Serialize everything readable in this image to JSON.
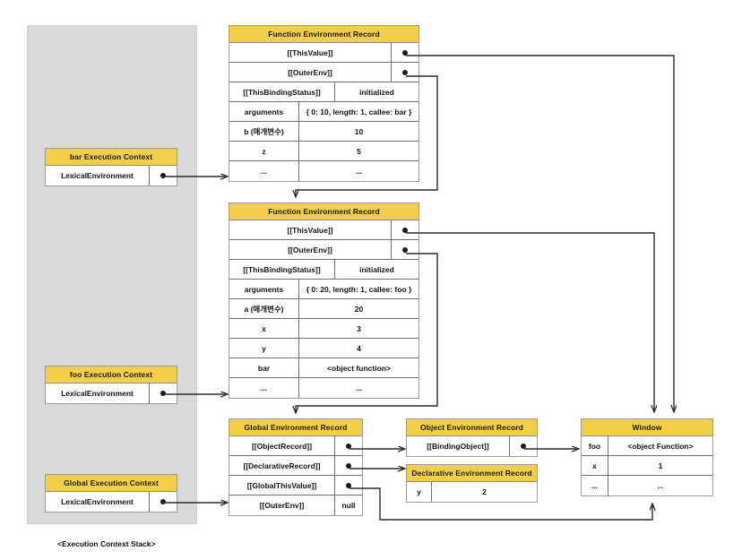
{
  "diagram": {
    "caption": "<Execution Context Stack>"
  },
  "stack": {
    "contexts": [
      {
        "title": "bar Execution Context",
        "field": "LexicalEnvironment"
      },
      {
        "title": "foo Execution Context",
        "field": "LexicalEnvironment"
      },
      {
        "title": "Global Execution Context",
        "field": "LexicalEnvironment"
      }
    ]
  },
  "bar_fer": {
    "title": "Function Environment Record",
    "rows": [
      {
        "key": "[[ThisValue]]",
        "value": "",
        "pointer": true,
        "wide": true
      },
      {
        "key": "[[OuterEnv]]",
        "value": "",
        "pointer": true,
        "wide": true
      },
      {
        "key": "[[ThisBindingStatus]]",
        "value": "initialized",
        "pointer": false,
        "split": 118
      },
      {
        "key": "arguments",
        "value": "{ 0: 10, length: 1, callee: bar }",
        "pointer": false,
        "split": 78
      },
      {
        "key": "b (매개변수)",
        "value": "10",
        "pointer": false,
        "split": 78
      },
      {
        "key": "z",
        "value": "5",
        "pointer": false,
        "split": 78
      },
      {
        "key": "...",
        "value": "...",
        "pointer": false,
        "split": 78
      }
    ]
  },
  "foo_fer": {
    "title": "Function Environment Record",
    "rows": [
      {
        "key": "[[ThisValue]]",
        "value": "",
        "pointer": true,
        "wide": true
      },
      {
        "key": "[[OuterEnv]]",
        "value": "",
        "pointer": true,
        "wide": true
      },
      {
        "key": "[[ThisBindingStatus]]",
        "value": "initialized",
        "pointer": false,
        "split": 118
      },
      {
        "key": "arguments",
        "value": "{ 0: 20, length: 1, callee: foo }",
        "pointer": false,
        "split": 78
      },
      {
        "key": "a (매개변수)",
        "value": "20",
        "pointer": false,
        "split": 78
      },
      {
        "key": "x",
        "value": "3",
        "pointer": false,
        "split": 78
      },
      {
        "key": "y",
        "value": "4",
        "pointer": false,
        "split": 78
      },
      {
        "key": "bar",
        "value": "<object function>",
        "pointer": false,
        "split": 78
      },
      {
        "key": "...",
        "value": "...",
        "pointer": false,
        "split": 78
      }
    ]
  },
  "global_er": {
    "title": "Global Environment Record",
    "rows": [
      {
        "key": "[[ObjectRecord]]",
        "value": "",
        "pointer": true
      },
      {
        "key": "[[DeclarativeRecord]]",
        "value": "",
        "pointer": true
      },
      {
        "key": "[[GlobalThisValue]]",
        "value": "",
        "pointer": true
      },
      {
        "key": "[[OuterEnv]]",
        "value": "null",
        "pointer": false
      }
    ]
  },
  "object_er": {
    "title": "Object Environment Record",
    "rows": [
      {
        "key": "[[BindingObject]]",
        "value": "",
        "pointer": true
      }
    ]
  },
  "declarative_er": {
    "title": "Declarative Environment Record",
    "rows": [
      {
        "key": "y",
        "value": "2",
        "pointer": false
      }
    ]
  },
  "window": {
    "title": "Window",
    "rows": [
      {
        "key": "foo",
        "value": "<object Function>"
      },
      {
        "key": "x",
        "value": "1"
      },
      {
        "key": "...",
        "value": "..."
      }
    ]
  },
  "colors": {
    "header_yellow": "#f2ce4b",
    "stack_gray": "#d9d9d9",
    "border": "#6f6f6f",
    "wire": "#2b2b2b"
  }
}
